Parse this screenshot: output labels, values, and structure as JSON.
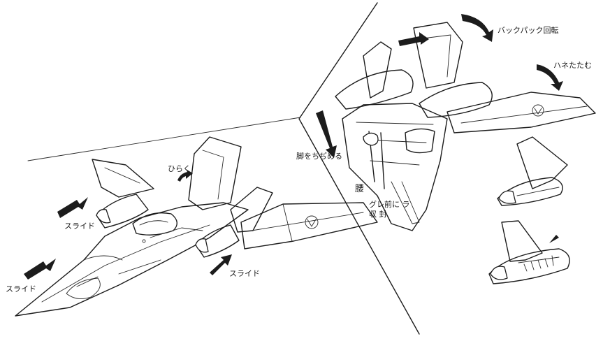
{
  "annotations": {
    "slide_left_upper": "スライド",
    "slide_left_lower": "スライド",
    "slide_center": "スライド",
    "open": "ひらく",
    "backpack_rotate": "バックパック回転",
    "fold_wings": "ハネたたむ",
    "close_legs": "脚をちぢめる",
    "waist": "腰",
    "sealed_bottom": "グレ前に ラ収 封"
  },
  "colors": {
    "ink": "#1c1c1c",
    "paper": "#ffffff"
  }
}
